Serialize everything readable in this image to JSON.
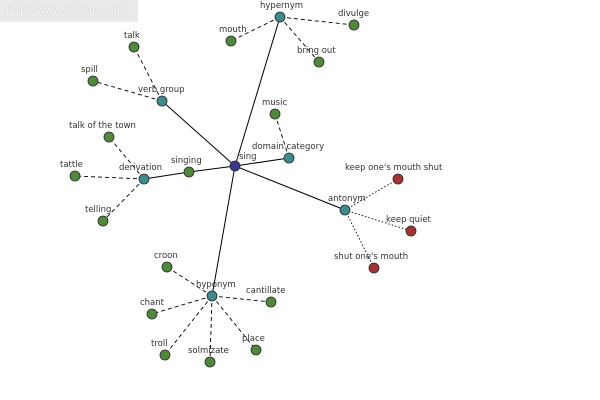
{
  "watermark": "http://www.artikata.com",
  "colors": {
    "center": "#3b3a8c",
    "relation": "#3d8a8f",
    "word": "#4f8a3c",
    "antonym_word": "#a43434",
    "edge": "#000000"
  },
  "nodes": [
    {
      "id": "sing",
      "label": "sing",
      "kind": "center"
    },
    {
      "id": "hypernym",
      "label": "hypernym",
      "kind": "relation"
    },
    {
      "id": "verb_group",
      "label": "verb group",
      "kind": "relation"
    },
    {
      "id": "derivation",
      "label": "derivation",
      "kind": "relation"
    },
    {
      "id": "domain_category",
      "label": "domain category",
      "kind": "relation"
    },
    {
      "id": "antonym",
      "label": "antonym",
      "kind": "relation"
    },
    {
      "id": "hyponym",
      "label": "hyponym",
      "kind": "relation"
    },
    {
      "id": "singing",
      "label": "singing",
      "kind": "word"
    },
    {
      "id": "mouth",
      "label": "mouth",
      "kind": "word"
    },
    {
      "id": "divulge",
      "label": "divulge",
      "kind": "word"
    },
    {
      "id": "bring_out",
      "label": "bring out",
      "kind": "word"
    },
    {
      "id": "talk",
      "label": "talk",
      "kind": "word"
    },
    {
      "id": "spill",
      "label": "spill",
      "kind": "word"
    },
    {
      "id": "talk_of_the_town",
      "label": "talk of the town",
      "kind": "word"
    },
    {
      "id": "tattle",
      "label": "tattle",
      "kind": "word"
    },
    {
      "id": "telling",
      "label": "telling",
      "kind": "word"
    },
    {
      "id": "music",
      "label": "music",
      "kind": "word"
    },
    {
      "id": "keep_mouth_shut",
      "label": "keep one's mouth shut",
      "kind": "antonym_word"
    },
    {
      "id": "keep_quiet",
      "label": "keep quiet",
      "kind": "antonym_word"
    },
    {
      "id": "shut_mouth",
      "label": "shut one's mouth",
      "kind": "antonym_word"
    },
    {
      "id": "croon",
      "label": "croon",
      "kind": "word"
    },
    {
      "id": "cantillate",
      "label": "cantillate",
      "kind": "word"
    },
    {
      "id": "chant",
      "label": "chant",
      "kind": "word"
    },
    {
      "id": "troll",
      "label": "troll",
      "kind": "word"
    },
    {
      "id": "solmizate",
      "label": "solmizate",
      "kind": "word"
    },
    {
      "id": "place",
      "label": "place",
      "kind": "word"
    }
  ],
  "edges": [
    {
      "from": "sing",
      "to": "hypernym",
      "style": "solid"
    },
    {
      "from": "sing",
      "to": "verb_group",
      "style": "solid"
    },
    {
      "from": "sing",
      "to": "singing",
      "style": "solid"
    },
    {
      "from": "singing",
      "to": "derivation",
      "style": "solid"
    },
    {
      "from": "sing",
      "to": "domain_category",
      "style": "solid"
    },
    {
      "from": "sing",
      "to": "antonym",
      "style": "solid"
    },
    {
      "from": "sing",
      "to": "hyponym",
      "style": "solid"
    },
    {
      "from": "hypernym",
      "to": "mouth",
      "style": "dashed"
    },
    {
      "from": "hypernym",
      "to": "divulge",
      "style": "dashed"
    },
    {
      "from": "hypernym",
      "to": "bring_out",
      "style": "dashed"
    },
    {
      "from": "verb_group",
      "to": "talk",
      "style": "dashed"
    },
    {
      "from": "verb_group",
      "to": "spill",
      "style": "dashed"
    },
    {
      "from": "derivation",
      "to": "talk_of_the_town",
      "style": "dashed"
    },
    {
      "from": "derivation",
      "to": "tattle",
      "style": "dashed"
    },
    {
      "from": "derivation",
      "to": "telling",
      "style": "dashed"
    },
    {
      "from": "domain_category",
      "to": "music",
      "style": "dashed"
    },
    {
      "from": "antonym",
      "to": "keep_mouth_shut",
      "style": "dotted"
    },
    {
      "from": "antonym",
      "to": "keep_quiet",
      "style": "dotted"
    },
    {
      "from": "antonym",
      "to": "shut_mouth",
      "style": "dotted"
    },
    {
      "from": "hyponym",
      "to": "croon",
      "style": "dashed"
    },
    {
      "from": "hyponym",
      "to": "cantillate",
      "style": "dashed"
    },
    {
      "from": "hyponym",
      "to": "chant",
      "style": "dashed"
    },
    {
      "from": "hyponym",
      "to": "troll",
      "style": "dashed"
    },
    {
      "from": "hyponym",
      "to": "solmizate",
      "style": "dashed"
    },
    {
      "from": "hyponym",
      "to": "place",
      "style": "dashed"
    }
  ]
}
